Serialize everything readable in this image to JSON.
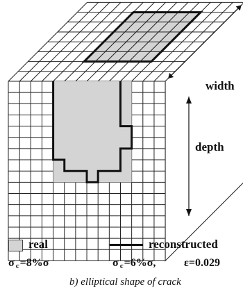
{
  "labels": {
    "width": "width",
    "depth": "depth"
  },
  "legend": {
    "real_label": "real",
    "reconstructed_label": "reconstructed",
    "fill_color": "#d4d4d4",
    "line_color": "#111111"
  },
  "parameters": {
    "sigma_left_prefix": "σ",
    "sigma_left_sub": "c",
    "sigma_left_rest": "=8%σ",
    "sigma_right_prefix": "σ",
    "sigma_right_sub": "c",
    "sigma_right_rest": "=6%σ,",
    "epsilon": "ε=0.029"
  },
  "caption": "b) elliptical shape of crack"
}
